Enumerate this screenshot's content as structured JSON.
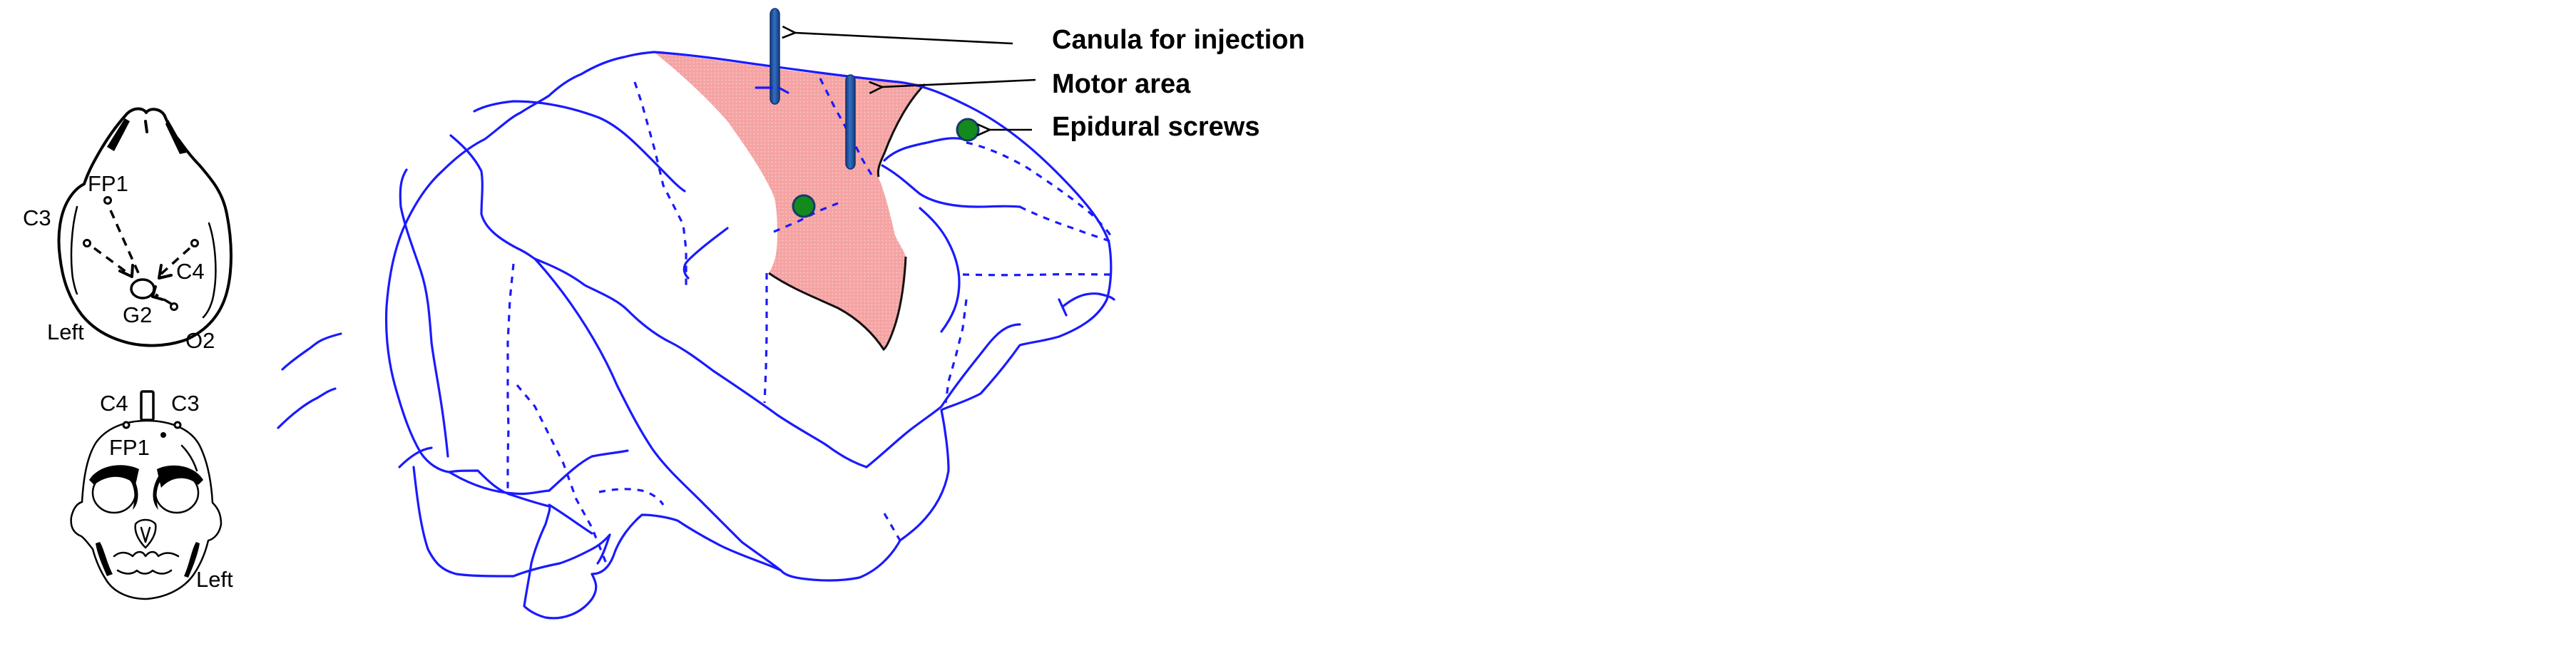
{
  "figure": {
    "legend": {
      "canula_label": "Canula for injection",
      "motor_area_label": "Motor area",
      "epidural_screws_label": "Epidural screws"
    },
    "top_skull_view": {
      "labels": {
        "fp1": "FP1",
        "c3": "C3",
        "c4": "C4",
        "g2": "G2",
        "left": "Left",
        "o2": "O2"
      }
    },
    "front_skull_view": {
      "labels": {
        "c4": "C4",
        "c3": "C3",
        "fp1": "FP1",
        "left": "Left"
      }
    },
    "colors": {
      "sulcus_lines": "#1a1aff",
      "motor_area_fill": "#f5a3a3",
      "canula": "#1f4e9a",
      "epidural_screw": "#138a1c",
      "screw_outline": "#163a6b",
      "annotation": "#000000"
    }
  }
}
